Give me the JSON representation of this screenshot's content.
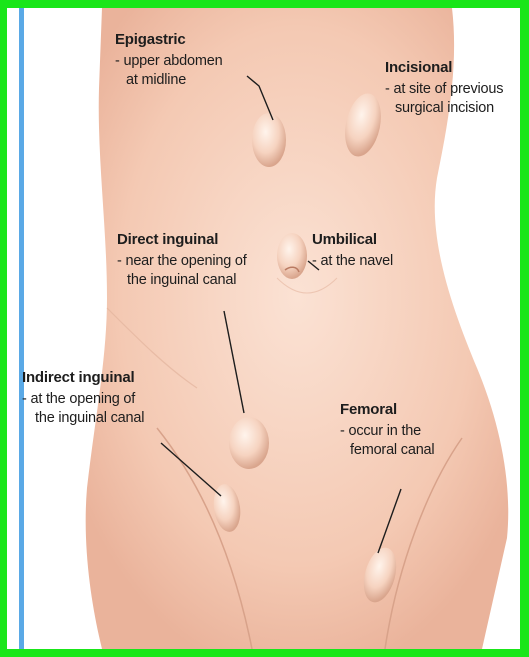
{
  "hernias": [
    {
      "title": "Epigastric",
      "lines": [
        "- upper abdomen",
        "at midline"
      ]
    },
    {
      "title": "Incisional",
      "lines": [
        "- at site of previous",
        "surgical incision"
      ]
    },
    {
      "title": "Direct inguinal",
      "lines": [
        "- near the opening of",
        "the inguinal canal"
      ]
    },
    {
      "title": "Umbilical",
      "lines": [
        "- at the navel"
      ]
    },
    {
      "title": "Indirect inguinal",
      "lines": [
        "- at the opening of",
        "the inguinal canal"
      ]
    },
    {
      "title": "Femoral",
      "lines": [
        "- occur in the",
        "femoral canal"
      ]
    }
  ],
  "colors": {
    "frame_border": "#19e619",
    "stripe": "#5aa9e6",
    "skin": "#f6cdb8",
    "text": "#1d1d1d"
  }
}
